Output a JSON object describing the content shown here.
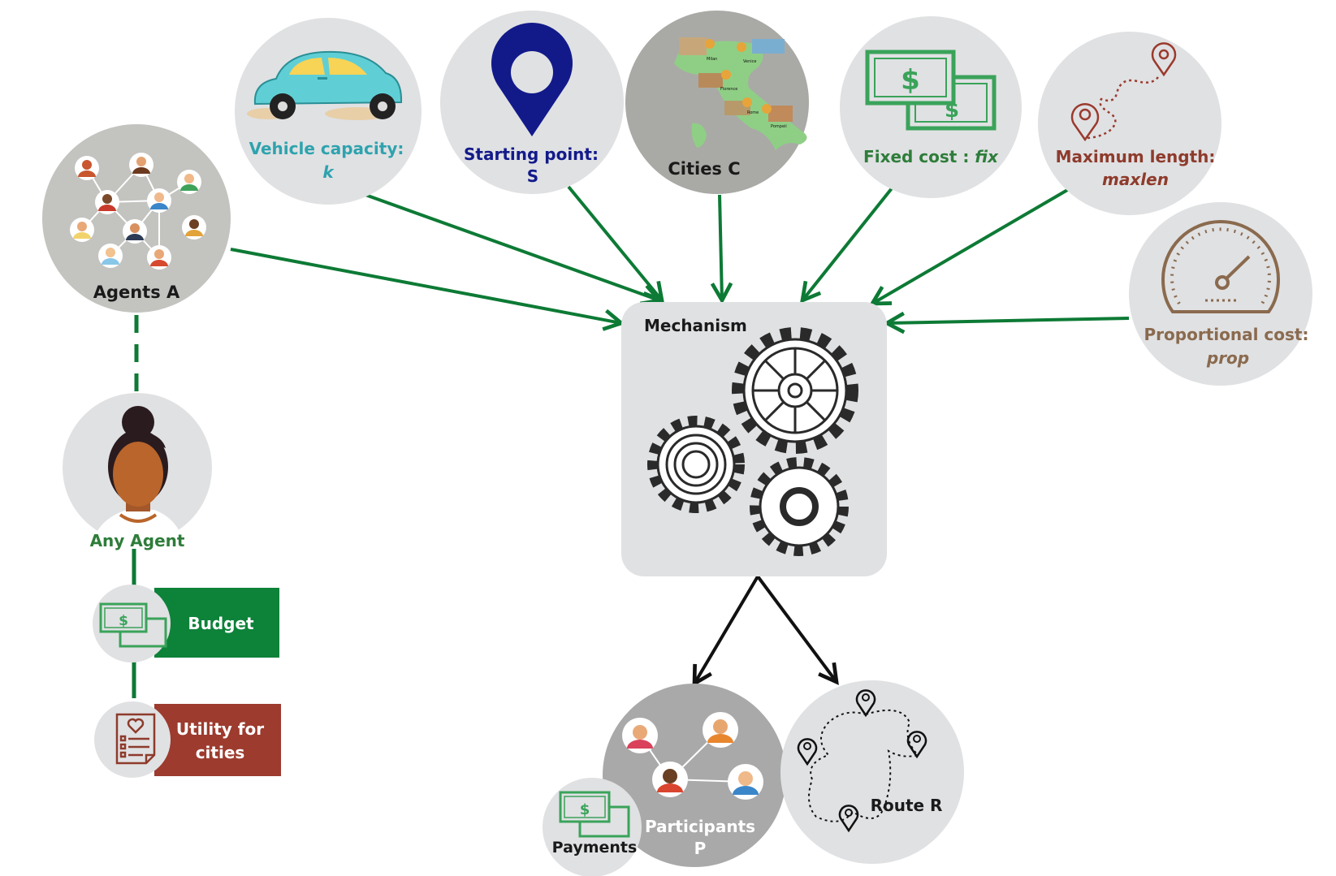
{
  "colors": {
    "circle_light": "#e0e1e3",
    "circle_mid": "#c3c4c0",
    "circle_dark": "#a9a9a9",
    "arrow_green": "#0d7a35",
    "arrow_black": "#111111",
    "teal": "#2ea3ae",
    "navy": "#121a8a",
    "green_text": "#2e7d3a",
    "red_text": "#8e3b2c",
    "brown_text": "#8a6a4e",
    "budget_bg": "#0d8239",
    "utility_bg": "#9c3b2e"
  },
  "inputs": {
    "vehicle": {
      "label": "Vehicle capacity:",
      "var": "k",
      "icon": "car-icon"
    },
    "start": {
      "label": "Starting point:",
      "var": "S",
      "icon": "map-pin-icon"
    },
    "cities": {
      "label": "Cities C",
      "icon": "italy-map-icon",
      "map_labels": [
        "Milan",
        "Venice",
        "Florence",
        "Rome",
        "Pompeii"
      ]
    },
    "fixed": {
      "label": "Fixed cost : ",
      "var": "fix",
      "icon": "money-icon"
    },
    "maxlen": {
      "label": "Maximum length:",
      "var": "maxlen",
      "icon": "route-pins-icon"
    },
    "prop": {
      "label": "Proportional cost:",
      "var": "prop",
      "icon": "speedometer-icon"
    },
    "agents": {
      "label": "Agents A",
      "icon": "agent-network-icon"
    }
  },
  "mechanism": {
    "label": "Mechanism",
    "icon": "gears-icon"
  },
  "agent": {
    "label": "Any Agent",
    "budget": "Budget",
    "utility_line1": "Utility for",
    "utility_line2": "cities"
  },
  "outputs": {
    "participants_line1": "Participants",
    "participants_line2": "P",
    "payments": "Payments",
    "route": "Route R"
  }
}
